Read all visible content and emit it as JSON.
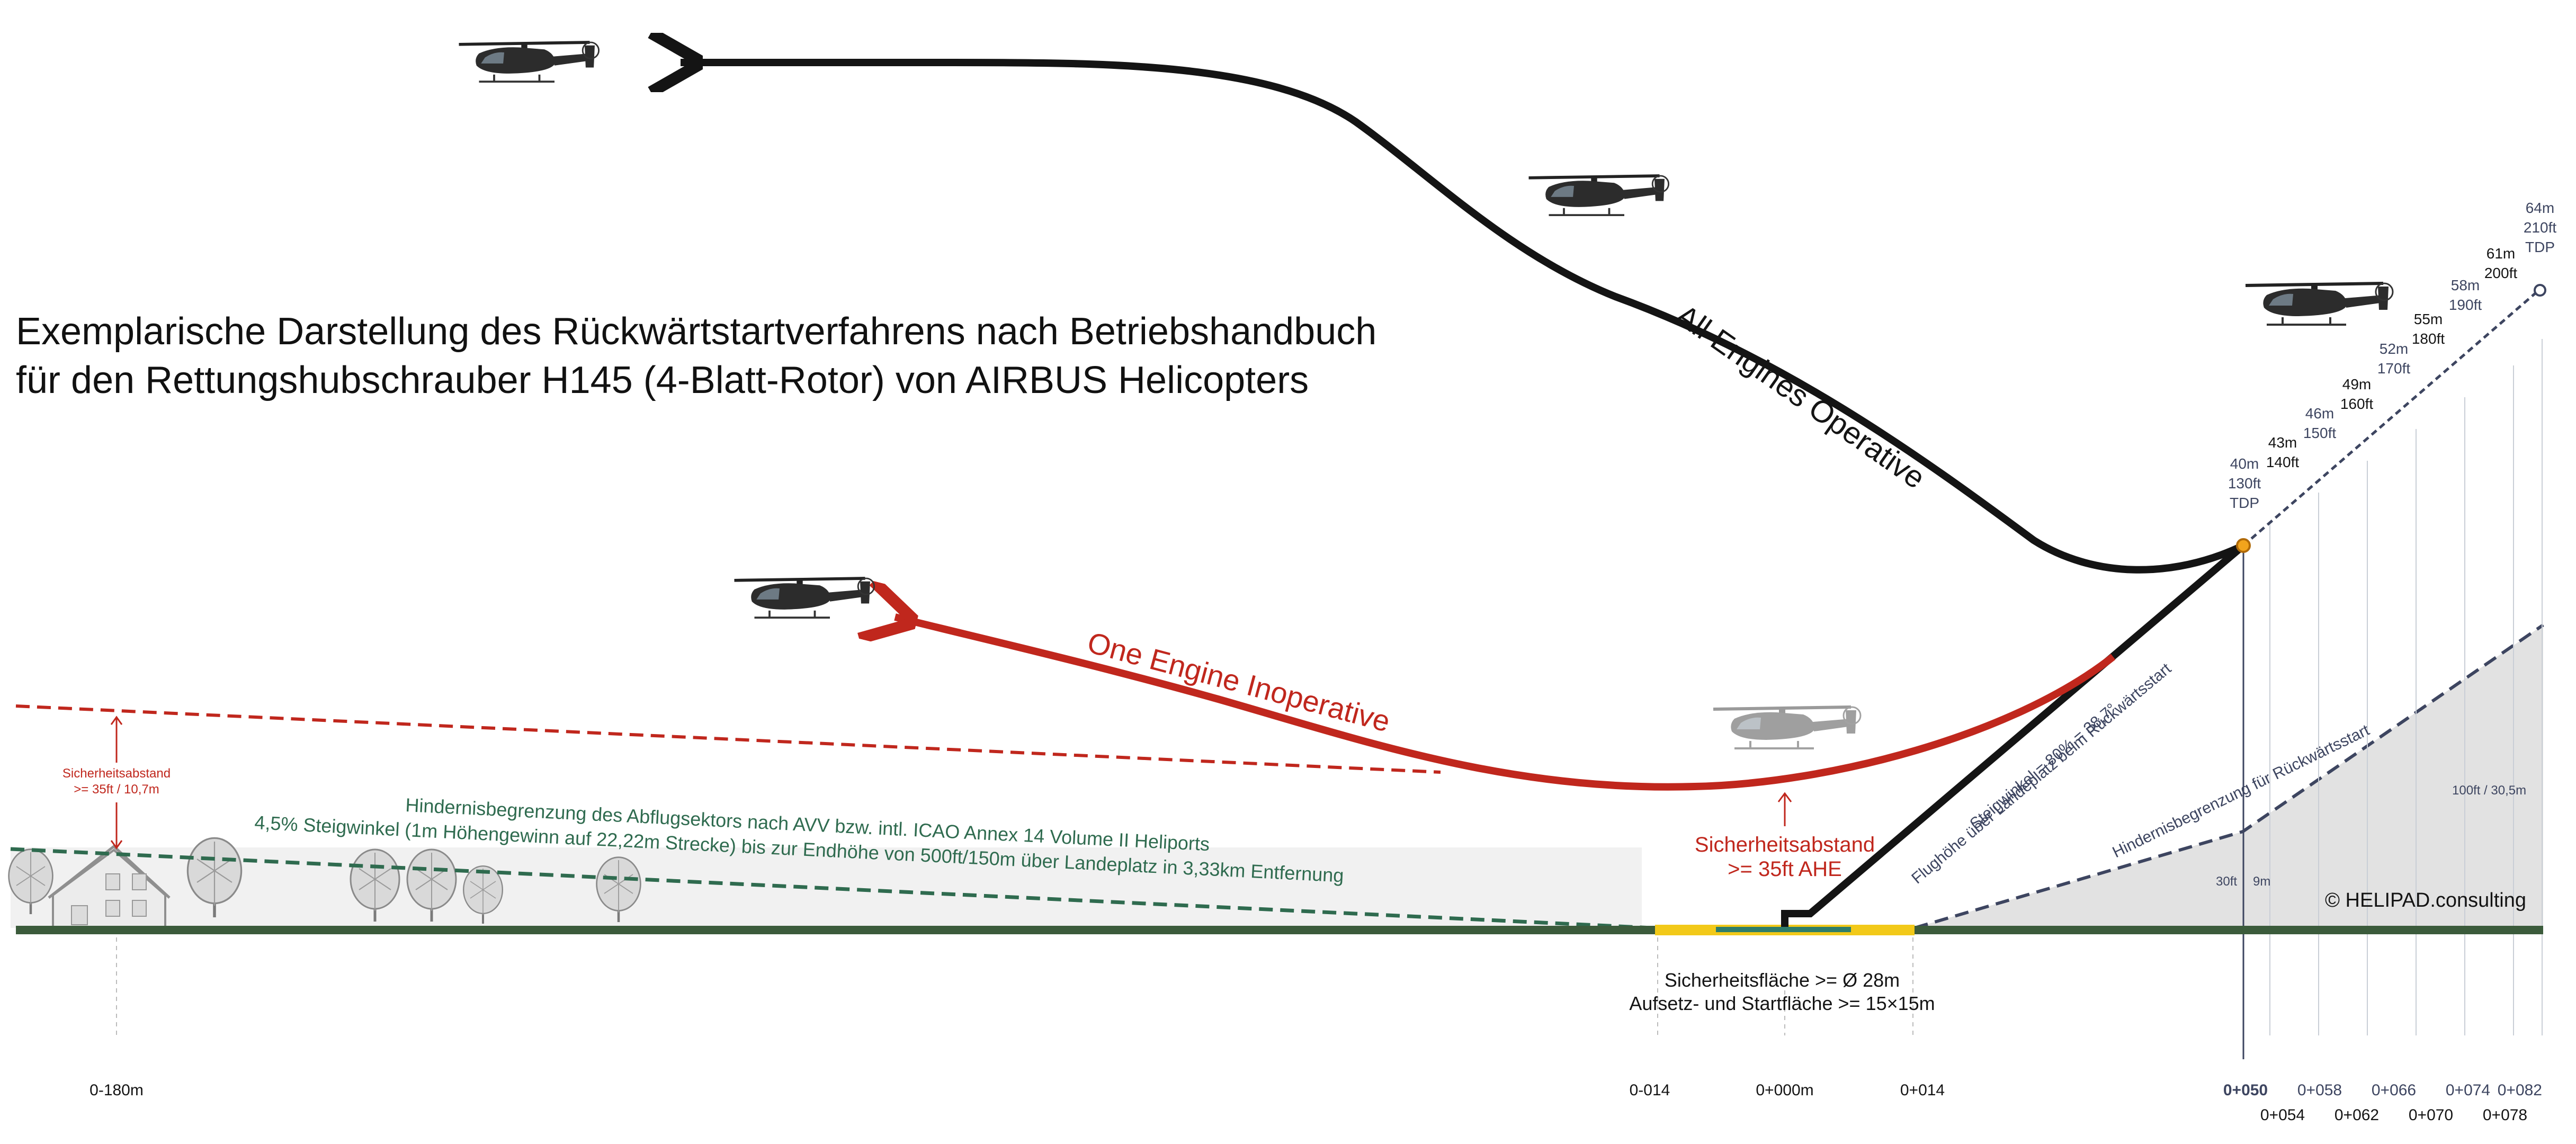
{
  "title_line1": "Exemplarische Darstellung des Rückwärtstartverfahrens nach Betriebshandbuch",
  "title_line2": "für den Rettungshubschrauber H145 (4-Blatt-Rotor) von AIRBUS Helicopters",
  "paths": {
    "all_engines": "All Engines Operative",
    "one_engine": "One Engine Inoperative"
  },
  "colors": {
    "all_engines": "#141414",
    "one_engine": "#c0271d",
    "clearance": "#c0271d",
    "obstacle_line": "#2f6b4f",
    "ground": "#3b5b3b",
    "pad": "#f2c919",
    "tdp": "#f2a41c",
    "profile": "#3d4560"
  },
  "left_clearance": {
    "line1": "Sicherheitsabstand",
    "line2": ">= 35ft / 10,7m"
  },
  "obstacle_limit": {
    "line1": "Hindernisbegrenzung des Abflugsektors nach AVV bzw. intl. ICAO Annex 14 Volume II Heliports",
    "line2": "4,5% Steigwinkel (1m Höhengewinn auf 22,22m Strecke) bis zur Endhöhe von 500ft/150m über Landeplatz in 3,33km Entfernung"
  },
  "ahe_clearance": {
    "line1": "Sicherheitsabstand",
    "line2": ">= 35ft AHE"
  },
  "climb": {
    "line1": "Steigwinkel = 80% = 38,7°",
    "line2": "Flughöhe über Landeplatz beim Rückwärtsstart"
  },
  "backward_limit": "Hindernisbegrenzung für Rückwärtsstart",
  "profile_labels": {
    "height_100": "100ft / 30,5m",
    "ft30": "30ft",
    "m9": "9m"
  },
  "copyright": "©  HELIPAD.consulting",
  "pad": {
    "area": "Sicherheitsfläche >= Ø 28m",
    "touchdown": "Aufsetz- und Startfläche >= 15×15m"
  },
  "stations": {
    "left": "0-180m",
    "pad_left": "0-014",
    "pad_center": "0+000m",
    "pad_right": "0+014",
    "top": [
      "0+050",
      "0+058",
      "0+066",
      "0+074",
      "0+082"
    ],
    "bottom": [
      "0+054",
      "0+062",
      "0+070",
      "0+078"
    ]
  },
  "altitudes": {
    "tdp40": [
      "40m",
      "130ft",
      "TDP"
    ],
    "a43": [
      "43m",
      "140ft"
    ],
    "a46": [
      "46m",
      "150ft"
    ],
    "a49": [
      "49m",
      "160ft"
    ],
    "a52": [
      "52m",
      "170ft"
    ],
    "a55": [
      "55m",
      "180ft"
    ],
    "a58": [
      "58m",
      "190ft"
    ],
    "a61": [
      "61m",
      "200ft"
    ],
    "tdp64": [
      "64m",
      "210ft",
      "TDP"
    ]
  }
}
